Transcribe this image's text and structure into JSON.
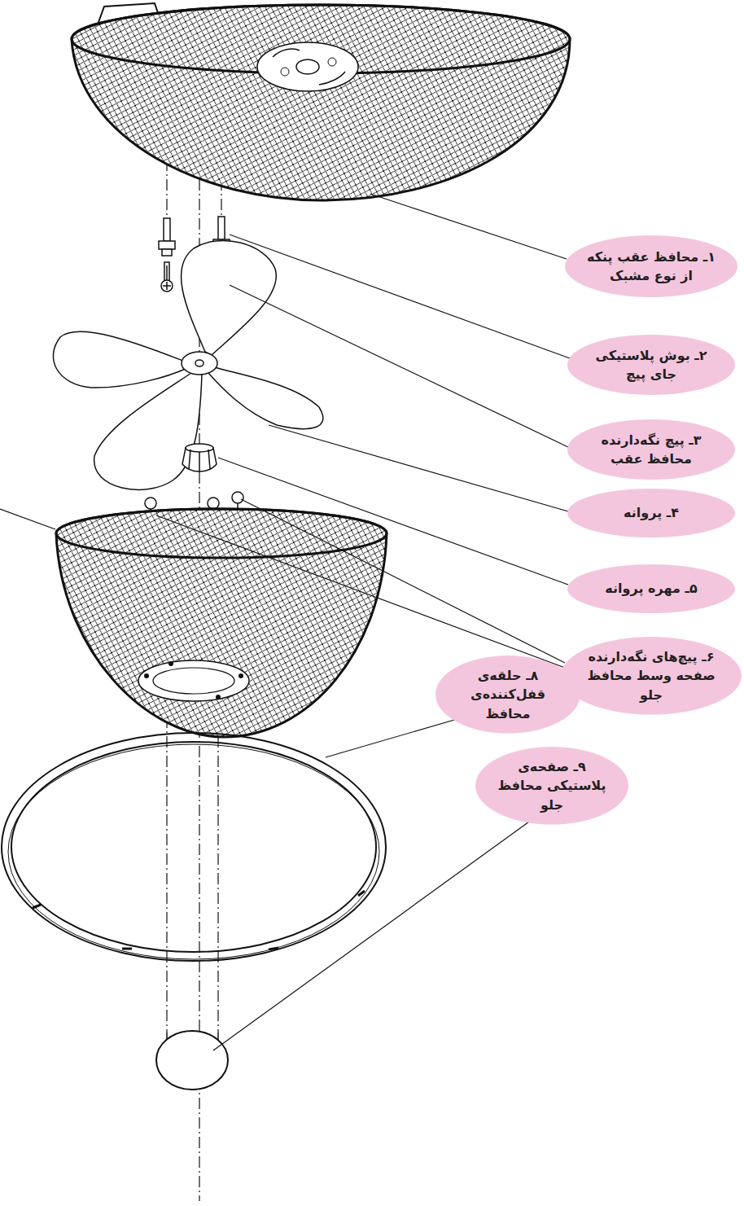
{
  "diagram": {
    "nodes": [
      {
        "text": [
          "۱ـ محافظ عقب پنکه از نوع مشبک"
        ]
      },
      {
        "text": [
          "۲ـ بوش پلاستیکی جای پیچ"
        ]
      },
      {
        "text": [
          "۳ـ پیچ نگه‌دارنده محافظ عقب"
        ]
      },
      {
        "text": [
          "۴ـ پروانه"
        ]
      },
      {
        "text": [
          "۵ـ مهره پروانه"
        ]
      },
      {
        "text": [
          "۶ـ پیچ‌های نگه‌دارنده صفحه وسط محافظ جلو"
        ]
      },
      {
        "text": [
          "۸ـ حلقه‌ی قفل‌کننده‌ی محافظ"
        ]
      },
      {
        "text": [
          "۹ـ صفحه‌ی پلاستیکی محافظ جلو"
        ]
      }
    ]
  }
}
